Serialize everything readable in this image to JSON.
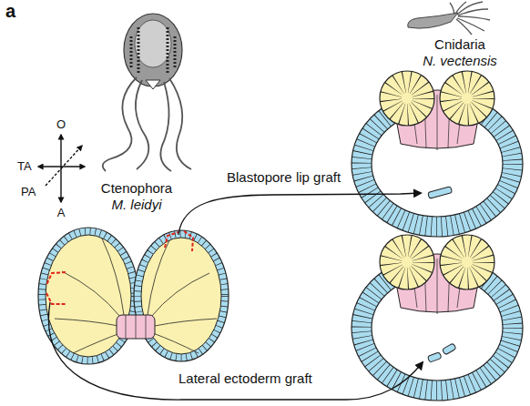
{
  "diagram": {
    "labels": [
      "a",
      "Cnidaria",
      "N. vectensis",
      "O",
      "TA",
      "PA",
      "A",
      "Ctenophora",
      "M. leidyi",
      "Blastopore lip graft",
      "Lateral ectoderm graft"
    ]
  }
}
